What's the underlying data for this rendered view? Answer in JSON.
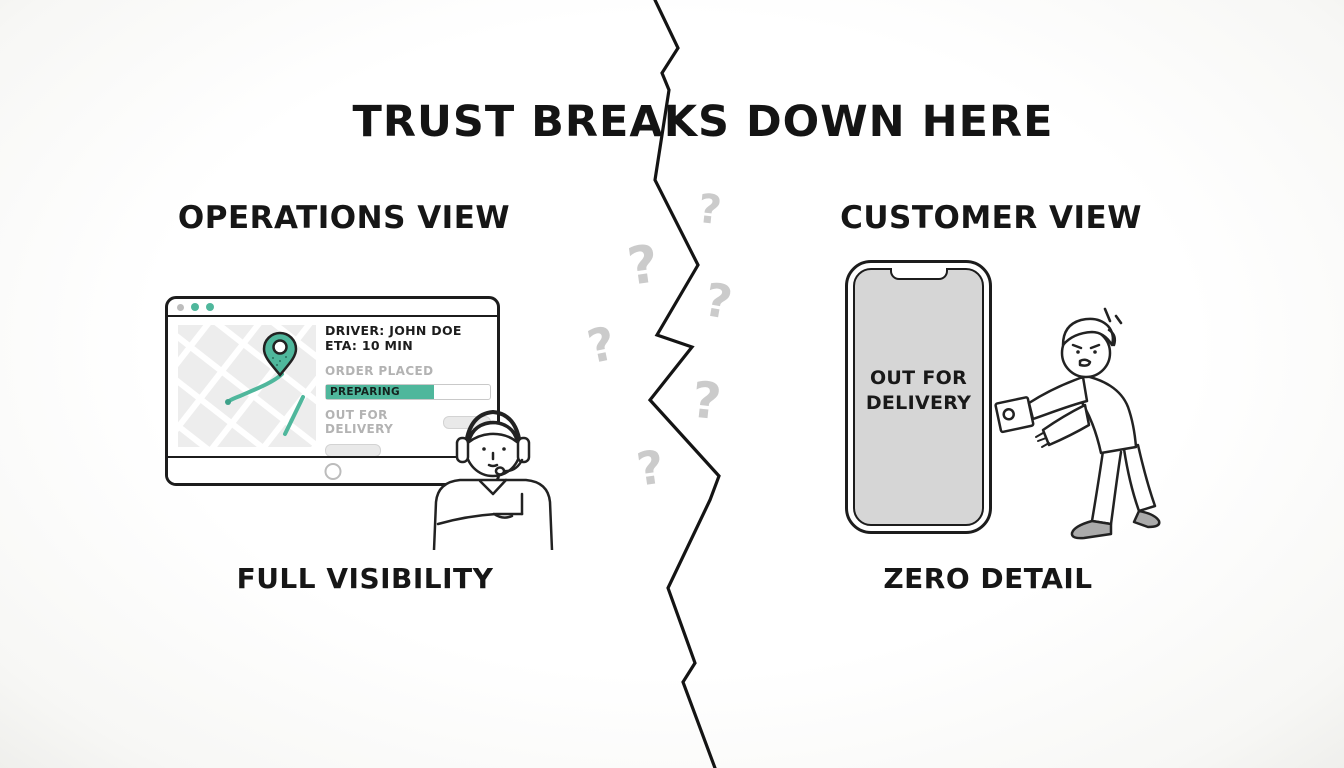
{
  "title": "TRUST BREAKS DOWN HERE",
  "left_panel": {
    "heading": "OPERATIONS VIEW",
    "caption": "FULL VISIBILITY",
    "monitor": {
      "window_dot_colors": [
        "#bdbdbd",
        "#4fb79c",
        "#4fb79c"
      ],
      "driver_line": "DRIVER: JOHN DOE",
      "eta_line": "ETA: 10 MIN",
      "status_steps": [
        {
          "label": "ORDER PLACED"
        },
        {
          "label": "PREPARING",
          "progress_percent": 66
        },
        {
          "label": "OUT FOR DELIVERY"
        }
      ]
    }
  },
  "right_panel": {
    "heading": "CUSTOMER VIEW",
    "caption": "ZERO DETAIL",
    "phone": {
      "status_text": "OUT FOR DELIVERY"
    }
  },
  "divider": {
    "question_mark_char": "?",
    "question_mark_count": 6
  },
  "icons": {
    "crack": "jagged-zigzag-line",
    "location_pin": "teal-map-drop-pin",
    "support_agent": "person-with-headset",
    "confused_customer": "worried-person-reaching",
    "package_card": "card-with-circle",
    "window_dots": "three-browser-dots",
    "home_button": "circle"
  },
  "colors": {
    "accent_teal": "#4fb79c",
    "ink": "#1c1c1c",
    "muted_gray": "#b3b3b3",
    "map_gray": "#ededed",
    "screen_gray": "#d6d6d6",
    "qmark_gray": "#cbcbcb"
  }
}
